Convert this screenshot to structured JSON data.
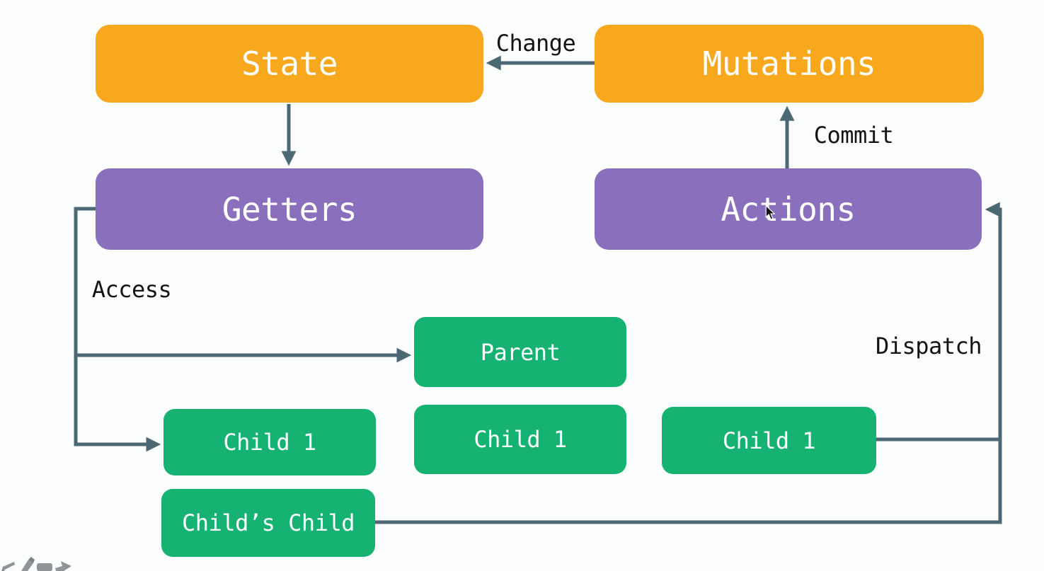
{
  "canvas": {
    "background": "#fcfdfd",
    "edge_color": "#4c6875",
    "label_color": "#141414"
  },
  "nodes": {
    "state": {
      "label": "State",
      "color": "#f8a81d",
      "text_color": "#ffffff"
    },
    "mutations": {
      "label": "Mutations",
      "color": "#f8a81d",
      "text_color": "#ffffff"
    },
    "getters": {
      "label": "Getters",
      "color": "#8a6fbc",
      "text_color": "#ffffff"
    },
    "actions": {
      "label": "Actions",
      "color": "#8a6fbc",
      "text_color": "#ffffff"
    },
    "parent": {
      "label": "Parent",
      "color": "#15b272",
      "text_color": "#ffffff"
    },
    "child1_left": {
      "label": "Child 1",
      "color": "#15b272",
      "text_color": "#ffffff"
    },
    "child1_middle": {
      "label": "Child 1",
      "color": "#15b272",
      "text_color": "#ffffff"
    },
    "child1_right": {
      "label": "Child 1",
      "color": "#15b272",
      "text_color": "#ffffff"
    },
    "childs_child": {
      "label": "Child’s Child",
      "color": "#15b272",
      "text_color": "#ffffff"
    }
  },
  "edge_labels": {
    "change": "Change",
    "commit": "Commit",
    "access": "Access",
    "dispatch": "Dispatch"
  },
  "edges": [
    {
      "from": "mutations",
      "to": "state",
      "label": "Change"
    },
    {
      "from": "state",
      "to": "getters",
      "label": ""
    },
    {
      "from": "actions",
      "to": "mutations",
      "label": "Commit"
    },
    {
      "from": "getters",
      "to": "parent",
      "label": "Access"
    },
    {
      "from": "getters",
      "to": "child1_left",
      "label": "Access"
    },
    {
      "from": "childs_child",
      "to": "actions",
      "label": "Dispatch"
    },
    {
      "from": "child1_right",
      "to": "actions",
      "label": "Dispatch"
    }
  ],
  "cursor": {
    "type": "arrow-pointer"
  }
}
